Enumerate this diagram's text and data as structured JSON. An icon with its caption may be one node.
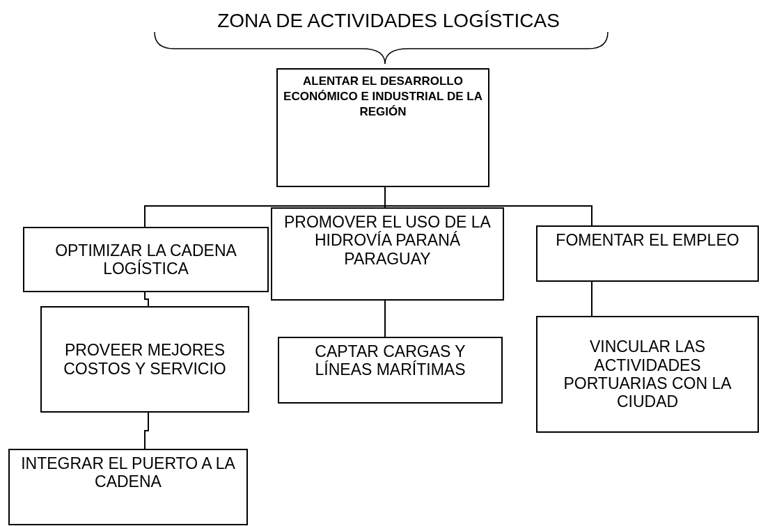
{
  "diagram": {
    "title": "ZONA DE ACTIVIDADES LOGÍSTICAS",
    "nodes": [
      {
        "text": [
          "ALENTAR EL DESARROLLO ECONÓMICO E INDUSTRIAL DE LA REGIÓN"
        ]
      },
      {
        "text": [
          "OPTIMIZAR LA CADENA LOGÍSTICA"
        ]
      },
      {
        "text": [
          "PROVEER MEJORES COSTOS Y SERVICIO"
        ]
      },
      {
        "text": [
          "PROMOVER EL USO DE LA HIDROVÍA PARANÁ PARAGUAY"
        ]
      },
      {
        "text": [
          "CAPTAR CARGAS Y LÍNEAS MARÍTIMAS"
        ]
      },
      {
        "text": [
          "FOMENTAR EL EMPLEO"
        ]
      },
      {
        "text": [
          "VINCULAR LAS ACTIVIDADES PORTUARIAS CON LA CIUDAD"
        ]
      },
      {
        "text": [
          "INTEGRAR EL PUERTO A LA CADENA"
        ]
      }
    ],
    "edges": [
      {
        "from": 0,
        "to": 1,
        "arrow": "none"
      },
      {
        "from": 0,
        "to": 3,
        "arrow": "none"
      },
      {
        "from": 0,
        "to": 5,
        "arrow": "none"
      },
      {
        "from": 1,
        "to": 2,
        "arrow": "none"
      },
      {
        "from": 3,
        "to": 4,
        "arrow": "none"
      },
      {
        "from": 5,
        "to": 6,
        "arrow": "none"
      },
      {
        "from": 2,
        "to": 7,
        "arrow": "none"
      }
    ]
  }
}
